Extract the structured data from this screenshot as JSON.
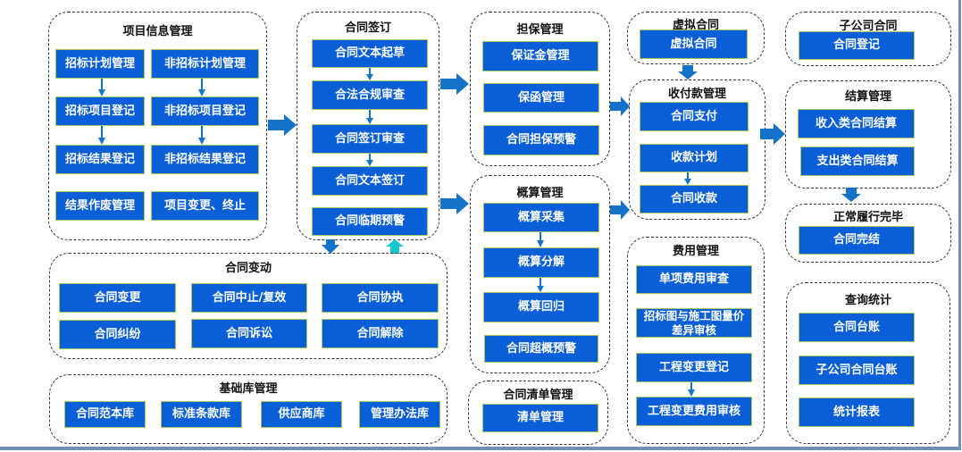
{
  "colors": {
    "box_fill": "#0a5fd8",
    "box_border": "#a9c95d",
    "arrow": "#1473c8",
    "arrow_return": "#12c8d0",
    "frame": "#6f8fb3"
  },
  "groups": {
    "project_info": {
      "title": "项目信息管理",
      "items": [
        "招标计划管理",
        "非招标计划管理",
        "招标项目登记",
        "非招标项目登记",
        "招标结果登记",
        "非招标结果登记",
        "结果作废管理",
        "项目变更、终止"
      ]
    },
    "signing": {
      "title": "合同签订",
      "items": [
        "合同文本起草",
        "合法合规审查",
        "合同签订审查",
        "合同文本签订",
        "合同临期预警"
      ]
    },
    "guarantee": {
      "title": "担保管理",
      "items": [
        "保证金管理",
        "保函管理",
        "合同担保预警"
      ]
    },
    "budget": {
      "title": "概算管理",
      "items": [
        "概算采集",
        "概算分解",
        "概算回归",
        "合同超概预警"
      ]
    },
    "bill": {
      "title": "合同清单管理",
      "items": [
        "清单管理"
      ]
    },
    "virtual": {
      "title": "虚拟合同",
      "items": [
        "虚拟合同"
      ]
    },
    "payment": {
      "title": "收付款管理",
      "items": [
        "合同支付",
        "收款计划",
        "合同收款"
      ]
    },
    "expense": {
      "title": "费用管理",
      "items": [
        "单项费用审查",
        "招标图与施工图量价差异审核",
        "工程变更登记",
        "工程变更费用审核"
      ]
    },
    "subsidiary": {
      "title": "子公司合同",
      "items": [
        "合同登记"
      ]
    },
    "settlement": {
      "title": "结算管理",
      "items": [
        "收入类合同结算",
        "支出类合同结算"
      ]
    },
    "completion": {
      "title": "正常履行完毕",
      "items": [
        "合同完结"
      ]
    },
    "query": {
      "title": "查询统计",
      "items": [
        "合同台账",
        "子公司合同台账",
        "统计报表"
      ]
    },
    "change": {
      "title": "合同变动",
      "items": [
        "合同变更",
        "合同中止/复效",
        "合同协执",
        "合同纠纷",
        "合同诉讼",
        "合同解除"
      ]
    },
    "base": {
      "title": "基础库管理",
      "items": [
        "合同范本库",
        "标准条款库",
        "供应商库",
        "管理办法库"
      ]
    }
  }
}
